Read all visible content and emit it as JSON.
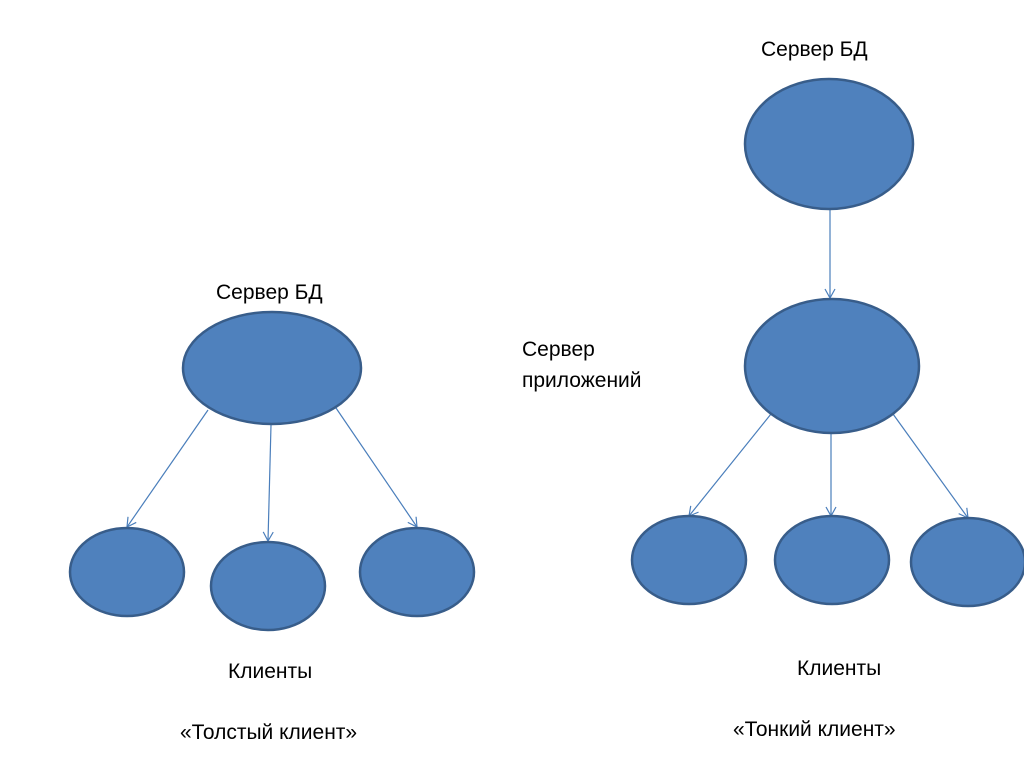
{
  "colors": {
    "node_fill": "#4f81bd",
    "node_stroke": "#385d8a",
    "edge": "#4a7ebb",
    "text": "#000000"
  },
  "thick_client": {
    "server_label": "Сервер БД",
    "clients_label": "Клиенты",
    "caption": "«Толстый клиент»"
  },
  "thin_client": {
    "db_server_label": "Сервер БД",
    "app_server_label_line1": "Сервер",
    "app_server_label_line2": "приложений",
    "clients_label": "Клиенты",
    "caption": "«Тонкий клиент»"
  }
}
